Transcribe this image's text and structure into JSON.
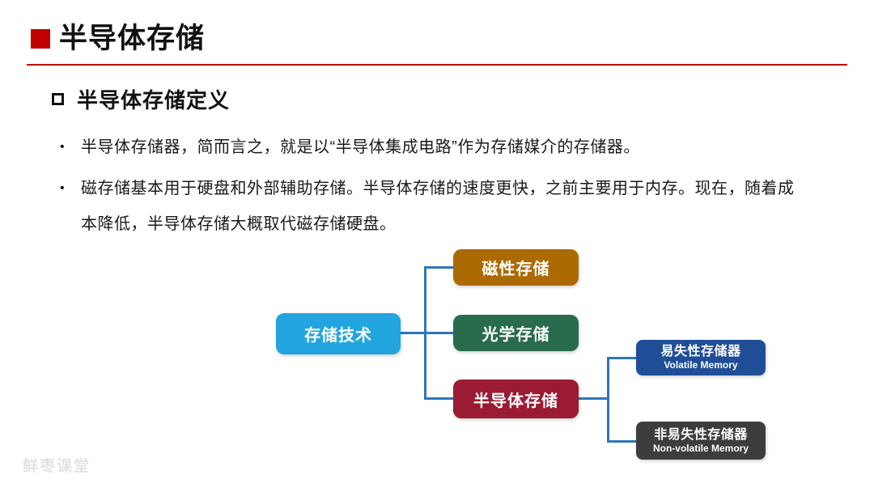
{
  "header": {
    "title": "半导体存储",
    "accent_color": "#C00000"
  },
  "section": {
    "title": "半导体存储定义",
    "bullet_glyph": "•",
    "bullets": [
      "半导体存储器，简而言之，就是以“半导体集成电路”作为存储媒介的存储器。",
      "磁存储基本用于硬盘和外部辅助存储。半导体存储的速度更快，之前主要用于内存。现在，随着成本降低，半导体存储大概取代磁存储硬盘。"
    ]
  },
  "diagram": {
    "connector_color": "#2E76B8",
    "root": {
      "label": "存储技术",
      "color": "#22A5DE"
    },
    "branches": [
      {
        "label": "磁性存储",
        "color": "#AC6A02"
      },
      {
        "label": "光学存储",
        "color": "#286B4D"
      },
      {
        "label": "半导体存储",
        "color": "#9A1B33"
      }
    ],
    "leaves": [
      {
        "label": "易失性存储器",
        "sublabel": "Volatile Memory",
        "color": "#1F4E97"
      },
      {
        "label": "非易失性存储器",
        "sublabel": "Non-volatile Memory",
        "color": "#3D3D3D"
      }
    ]
  },
  "watermark": {
    "text": "鲜枣课堂",
    "color": "#E4E4E4"
  }
}
